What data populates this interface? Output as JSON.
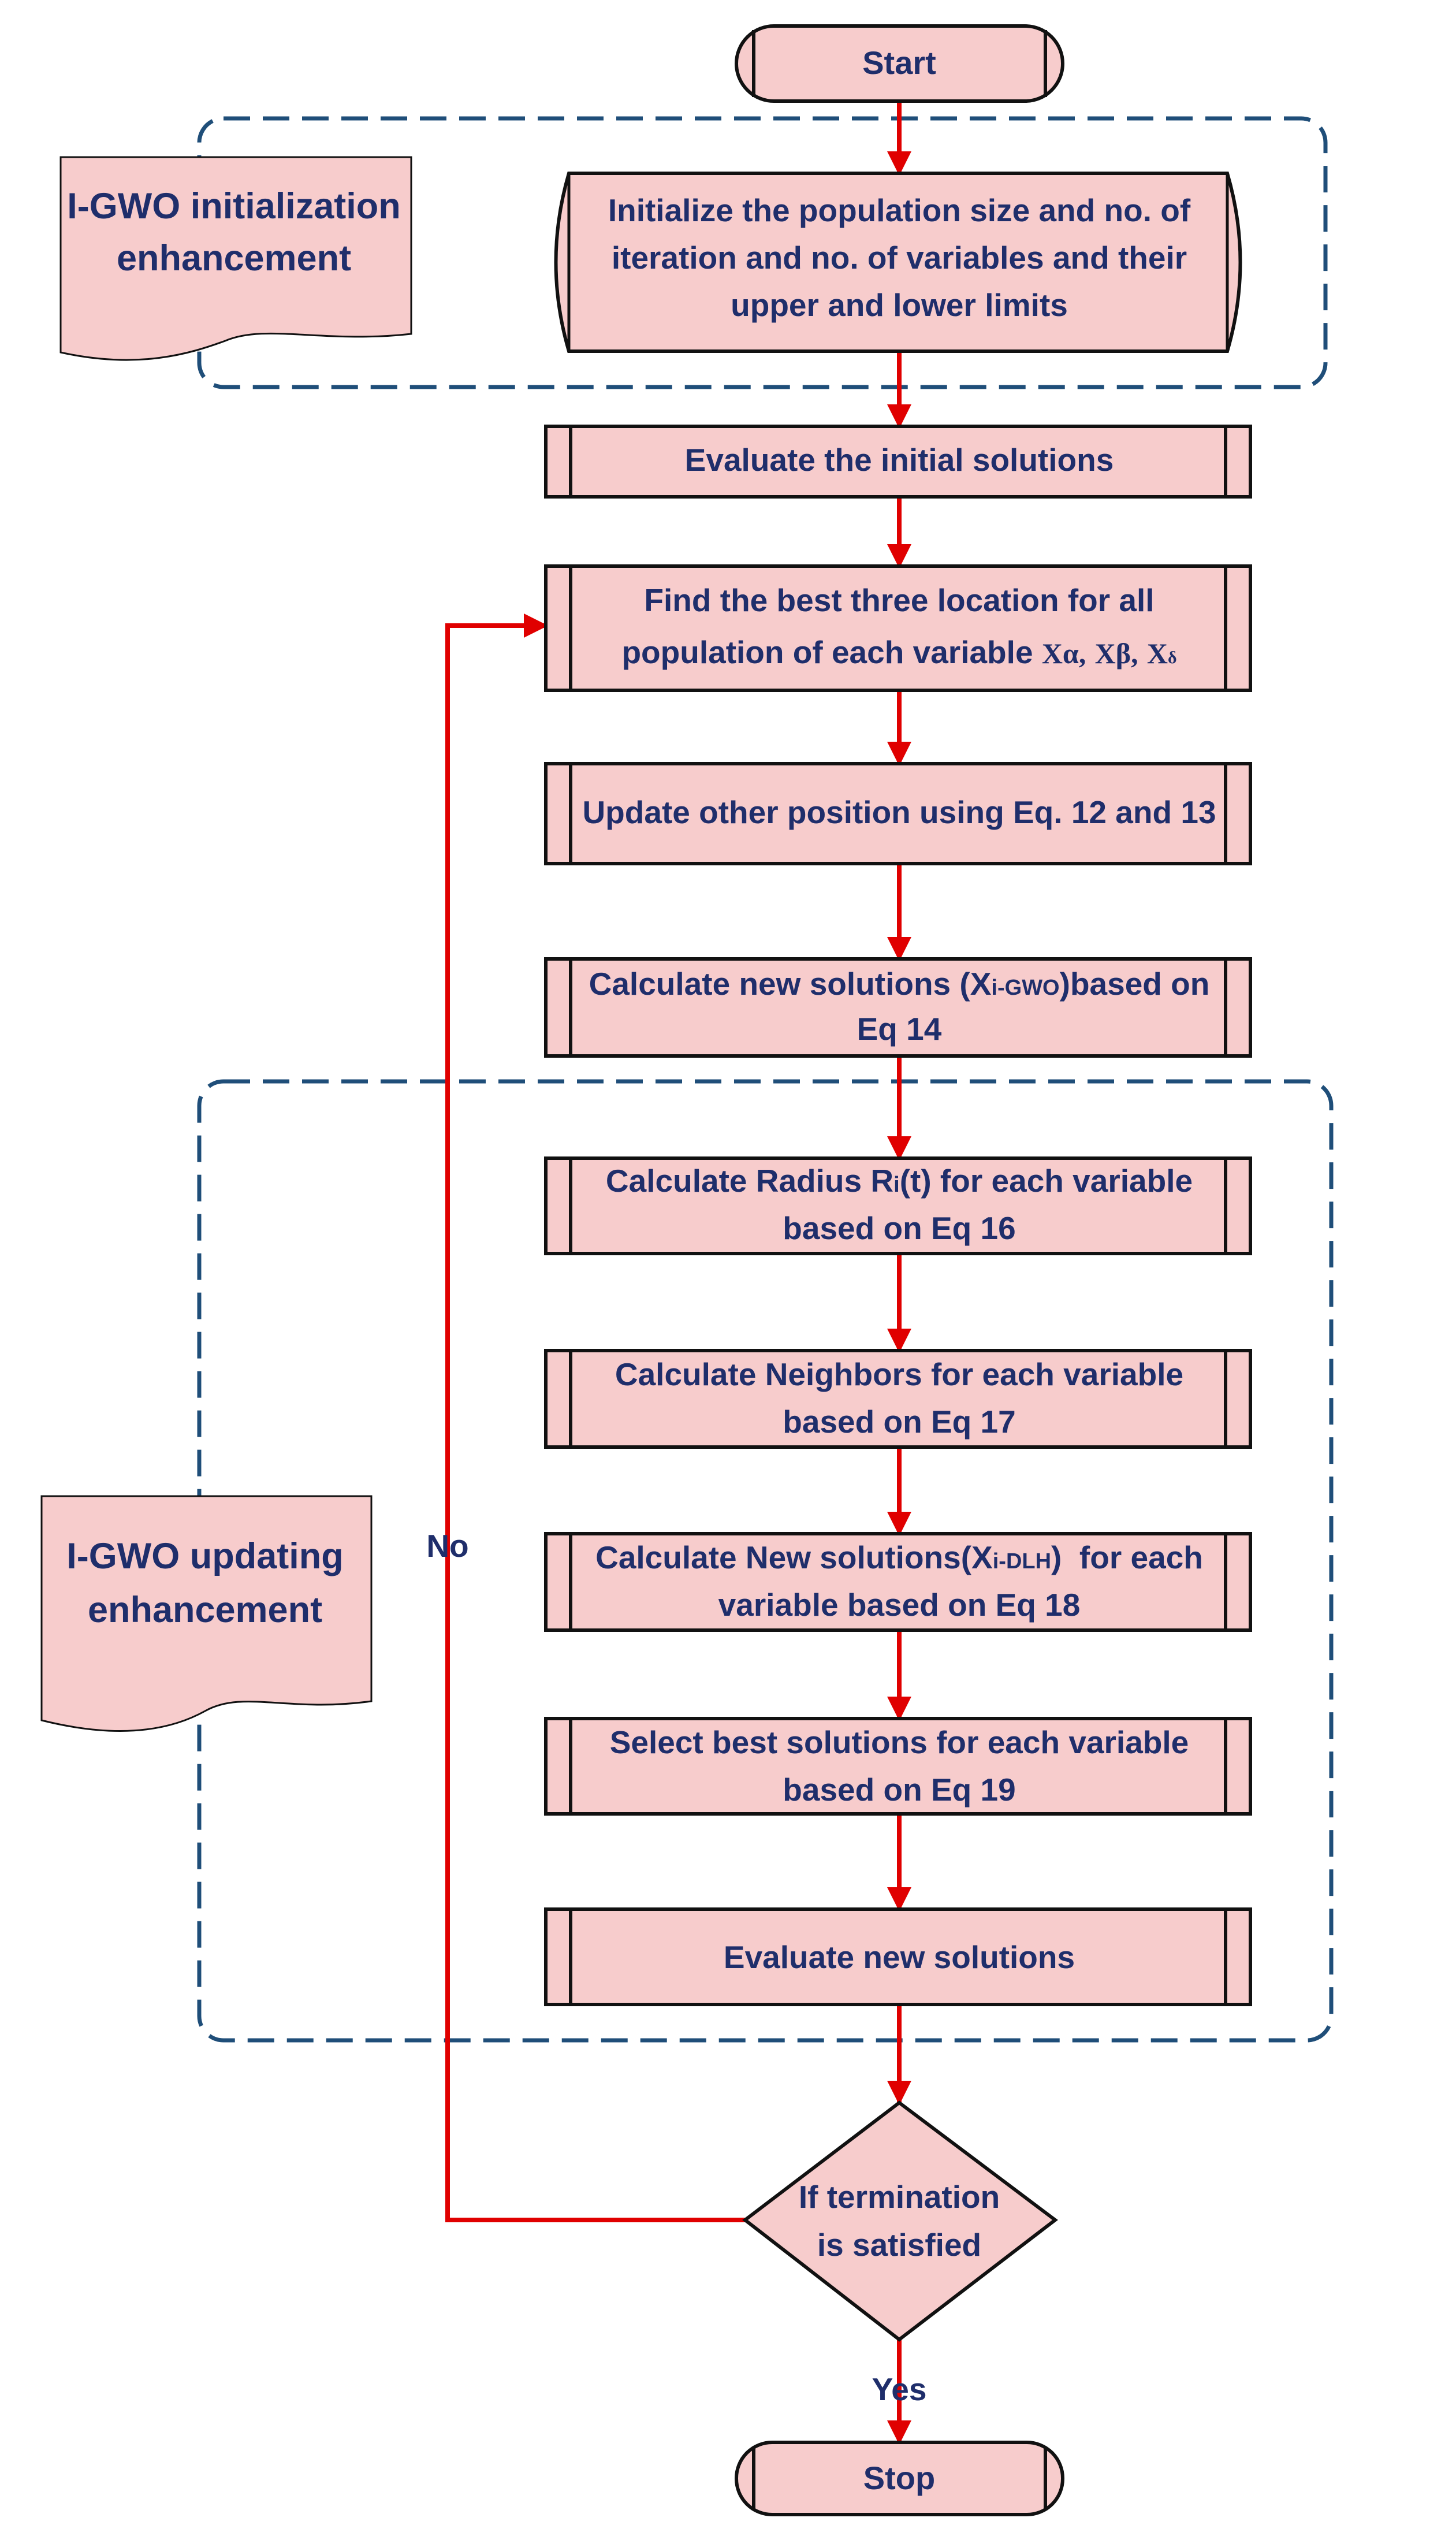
{
  "colors": {
    "box_fill": "#f7cccc",
    "box_stroke": "#111111",
    "arrow": "#e00000",
    "text": "#1f2e6b",
    "dashed_group": "#1f4e79"
  },
  "nodes": {
    "start": "Start",
    "init_line1": "Initialize the population size and no. of",
    "init_line2": "iteration and no. of variables and their",
    "init_line3": "upper and lower limits",
    "evaluate_initial": "Evaluate the initial solutions",
    "best_line1": "Find the best three location for all",
    "best_line2": "population of each variable",
    "best_symbols": {
      "x_alpha": "Xα",
      "comma1": ",",
      "x_beta": "Xβ",
      "comma2": ",",
      "x_delta_base": "X",
      "x_delta_sub": "δ"
    },
    "update_position": "Update other position using Eq. 12 and 13",
    "calc_new_line1_pre": "Calculate new solutions (",
    "calc_new_line1_x": "X",
    "calc_new_line1_sub": "i-GWO",
    "calc_new_line1_post": ")based on",
    "calc_new_line2": "Eq 14",
    "radius_line1_pre": "Calculate Radius R",
    "radius_line1_sub": "i",
    "radius_line1_post": "(t) for each variable",
    "radius_line2": "based on Eq 16",
    "neighbors_line1": "Calculate Neighbors  for each variable",
    "neighbors_line2": "based on Eq 17",
    "dlh_line1_pre": "Calculate New solutions(",
    "dlh_line1_x": "X",
    "dlh_line1_sub": "i-DLH",
    "dlh_line1_post": ")  for each",
    "dlh_line2": "variable based on Eq 18",
    "select_line1": "Select best solutions  for each variable",
    "select_line2": "based on Eq 19",
    "evaluate_new": "Evaluate new solutions",
    "decision_line1": "If termination",
    "decision_line2": "is satisfied",
    "stop": "Stop"
  },
  "labels": {
    "no": "No",
    "yes": "Yes"
  },
  "annotations": {
    "init_enh_line1": "I-GWO initialization",
    "init_enh_line2": "enhancement",
    "upd_enh_line1": "I-GWO updating",
    "upd_enh_line2": "enhancement"
  }
}
